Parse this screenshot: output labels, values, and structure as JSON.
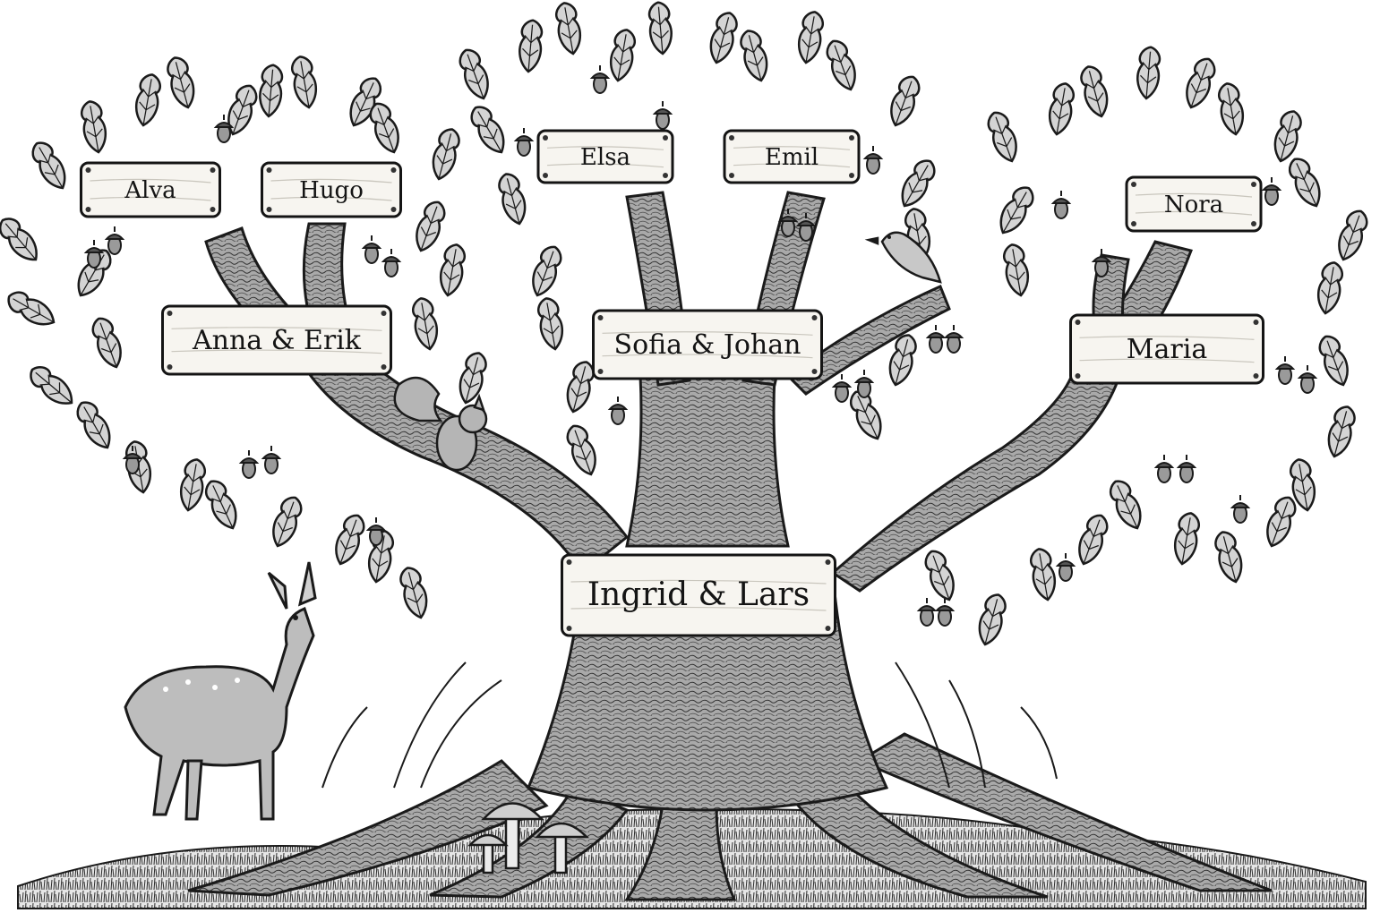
{
  "tree": {
    "plaques": [
      {
        "id": "alva",
        "label": "Alva"
      },
      {
        "id": "hugo",
        "label": "Hugo"
      },
      {
        "id": "elsa",
        "label": "Elsa"
      },
      {
        "id": "emil",
        "label": "Emil"
      },
      {
        "id": "nora",
        "label": "Nora"
      },
      {
        "id": "anna-erik",
        "label": "Anna & Erik"
      },
      {
        "id": "sofia-johan",
        "label": "Sofia & Johan"
      },
      {
        "id": "maria",
        "label": "Maria"
      },
      {
        "id": "ingrid-lars",
        "label": "Ingrid & Lars"
      }
    ]
  },
  "decorations": {
    "animals": [
      "deer-illustration",
      "squirrel-illustration",
      "bird-illustration"
    ],
    "flora": [
      "oak-leaf-icon",
      "acorn-icon",
      "fern-illustration",
      "mushroom-illustration"
    ]
  },
  "colors": {
    "ink": "#141414",
    "bark": "#8a8a8a",
    "leaf": "#d9d9d9",
    "plaque": "#f7f5f0"
  }
}
